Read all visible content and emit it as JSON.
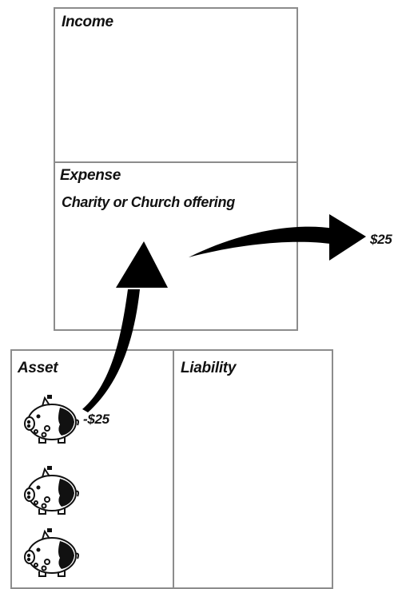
{
  "income": {
    "title": "Income"
  },
  "expense": {
    "title": "Expense",
    "item": "Charity or Church offering"
  },
  "asset": {
    "title": "Asset",
    "change": "-$25",
    "icon": "piggy-bank-icon"
  },
  "liability": {
    "title": "Liability"
  },
  "transfer": {
    "amount": "$25"
  }
}
